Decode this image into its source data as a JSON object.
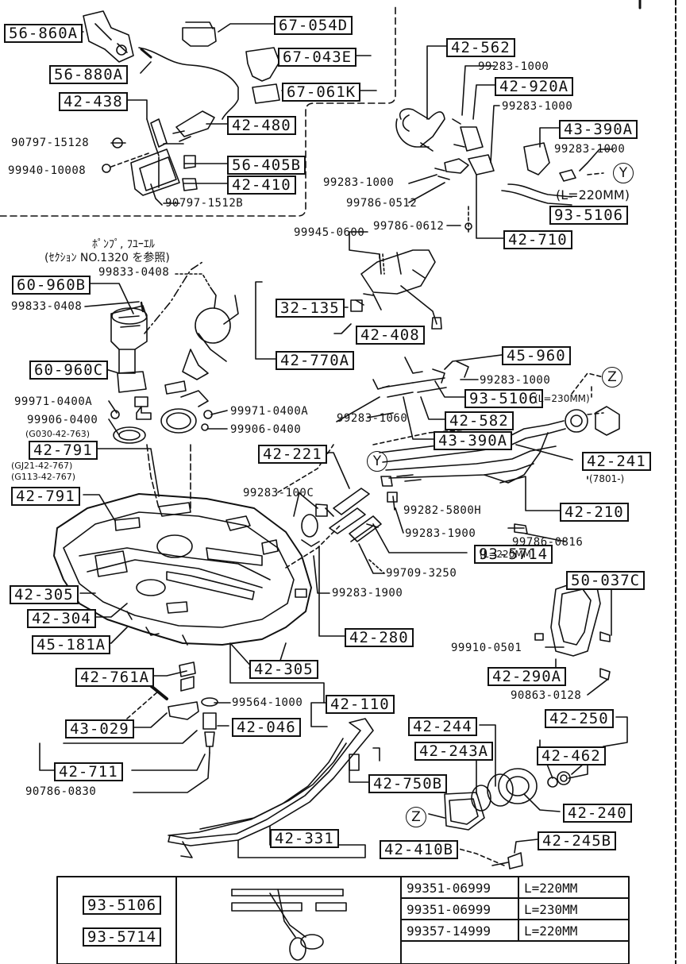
{
  "callouts": {
    "c56860A": "56-860A",
    "c56880A": "56-880A",
    "c42438": "42-438",
    "c67054D": "67-054D",
    "c67043E": "67-043E",
    "c67061K": "67-061K",
    "c42480": "42-480",
    "c56405B": "56-405B",
    "c42410": "42-410",
    "c42562": "42-562",
    "c42920A": "42-920A",
    "c43390A": "43-390A",
    "c935106a": "93-5106",
    "c42710": "42-710",
    "c60960B": "60-960B",
    "c60960C": "60-960C",
    "c32135": "32-135",
    "c42408": "42-408",
    "c42770A": "42-770A",
    "c45960": "45-960",
    "c935106b": "93-5106",
    "c42582": "42-582",
    "c43390Ab": "43-390A",
    "c42791a": "42-791",
    "c42791b": "42-791",
    "c42221": "42-221",
    "c42241": "42-241",
    "c42210": "42-210",
    "c935714": "93-5714",
    "c42305a": "42-305",
    "c42304": "42-304",
    "c42280": "42-280",
    "c45181A": "45-181A",
    "c42305b": "42-305",
    "c50037C": "50-037C",
    "c42290A": "42-290A",
    "c42761A": "42-761A",
    "c42110": "42-110",
    "c42046": "42-046",
    "c43029": "43-029",
    "c42711": "42-711",
    "c42244": "42-244",
    "c42250": "42-250",
    "c42243A": "42-243A",
    "c42462": "42-462",
    "c42750B": "42-750B",
    "c42240": "42-240",
    "c42331": "42-331",
    "c42410B": "42-410B",
    "c42245B": "42-245B"
  },
  "labels": {
    "l9079715128a": "90797-15128",
    "l99940": "99940-10008",
    "l9079715128b": "90797-1512B",
    "l99283a": "99283-1000",
    "l99283b": "99283-1000",
    "l99283c": "99283-1000",
    "l99283d": "99283-1000",
    "l99786a": "99786-0512",
    "l99786b": "99786-0612",
    "l99945": "99945-0600",
    "l99833a": "99833-0408",
    "l99833b": "99833-0408",
    "l99971a": "99971-0400A",
    "l99906a": "99906-0400",
    "l99971b": "99971-0400A",
    "l99906b": "99906-0400",
    "l99283e": "99283-1060",
    "l99283f": "99283-1000",
    "l99283g": "99283-100C",
    "l99282": "99282-5800H",
    "l99283h": "99283-1900",
    "l99709": "99709-3250",
    "l99283i": "99283-1900",
    "l99786c": "99786-0816",
    "l99910": "99910-0501",
    "l90863": "90863-0128",
    "l99564": "99564-1000",
    "l90786": "90786-0830"
  },
  "notes": {
    "len220a": "(L=220MM)",
    "len230": "(L=230MM)",
    "len220b": "(L=220MM)",
    "pump1": "ﾎﾟﾝﾌﾟ, ﾌﾕｰｴﾙ",
    "pump2": "(ｾｸｼｮﾝ NO.1320 を参照)",
    "g030": "(G030-42-763)",
    "gj21": "(GJ21-42-767)",
    "g113": "(G113-42-767)",
    "r7801": "(7801-)",
    "zref": "Z",
    "yref": "Y"
  },
  "table": {
    "part1": "93-5106",
    "part2": "93-5714",
    "rows": [
      {
        "code": "99351-06999",
        "len": "L=220MM"
      },
      {
        "code": "99351-06999",
        "len": "L=230MM"
      },
      {
        "code": "99357-14999",
        "len": "L=220MM"
      }
    ]
  }
}
